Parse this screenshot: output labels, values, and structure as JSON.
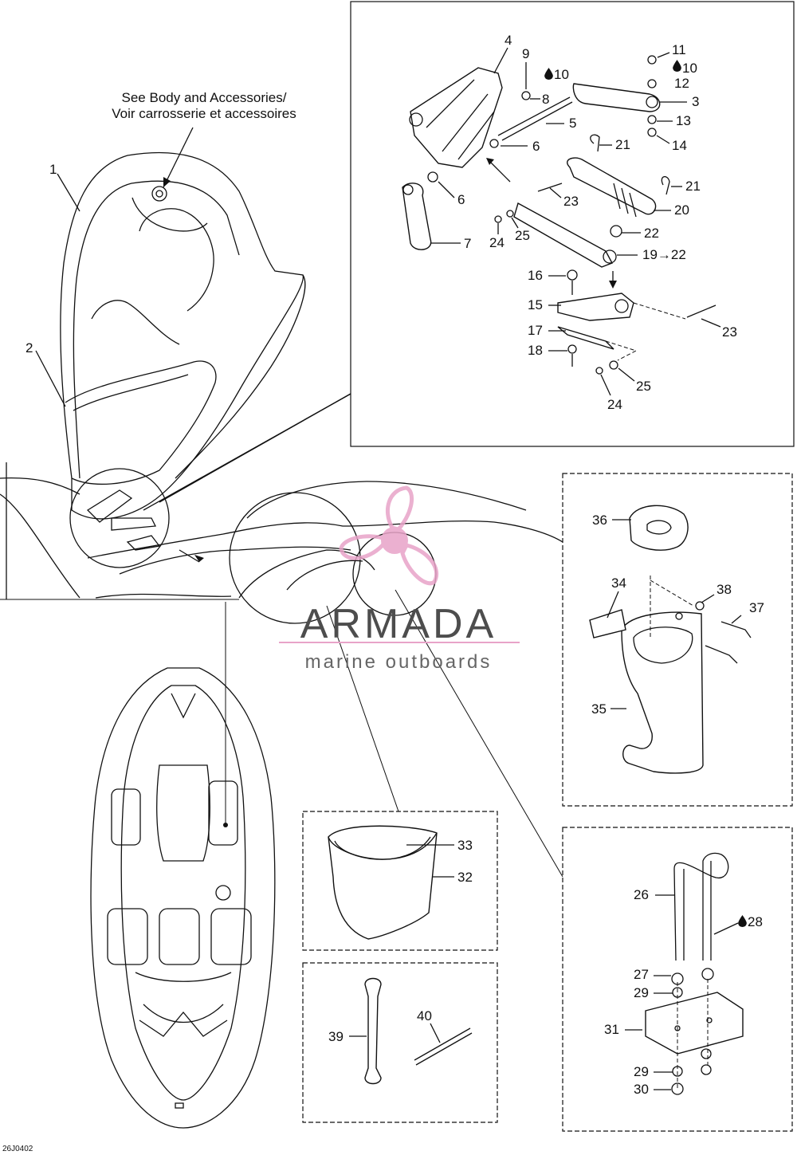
{
  "callout_note": {
    "line1": "See Body and Accessories/",
    "line2": "Voir carrosserie et accessoires"
  },
  "drawing_code": "26J0402",
  "watermark": {
    "title": "ARMADA",
    "subtitle": "marine outboards",
    "color": "#e8a3c8"
  },
  "parts": [
    {
      "n": "1"
    },
    {
      "n": "2"
    },
    {
      "n": "3"
    },
    {
      "n": "4"
    },
    {
      "n": "5"
    },
    {
      "n": "6"
    },
    {
      "n": "6"
    },
    {
      "n": "7"
    },
    {
      "n": "8"
    },
    {
      "n": "9"
    },
    {
      "n": "10",
      "drop": true
    },
    {
      "n": "10",
      "drop": true
    },
    {
      "n": "11"
    },
    {
      "n": "12"
    },
    {
      "n": "13"
    },
    {
      "n": "14"
    },
    {
      "n": "15"
    },
    {
      "n": "16"
    },
    {
      "n": "17"
    },
    {
      "n": "18"
    },
    {
      "n": "19→22"
    },
    {
      "n": "20"
    },
    {
      "n": "21"
    },
    {
      "n": "21"
    },
    {
      "n": "22"
    },
    {
      "n": "23"
    },
    {
      "n": "23"
    },
    {
      "n": "24"
    },
    {
      "n": "24"
    },
    {
      "n": "25"
    },
    {
      "n": "25"
    },
    {
      "n": "26"
    },
    {
      "n": "27"
    },
    {
      "n": "28",
      "drop": true
    },
    {
      "n": "29"
    },
    {
      "n": "29"
    },
    {
      "n": "30"
    },
    {
      "n": "31"
    },
    {
      "n": "32"
    },
    {
      "n": "33"
    },
    {
      "n": "34"
    },
    {
      "n": "35"
    },
    {
      "n": "36"
    },
    {
      "n": "37"
    },
    {
      "n": "38"
    },
    {
      "n": "39"
    },
    {
      "n": "40"
    }
  ]
}
